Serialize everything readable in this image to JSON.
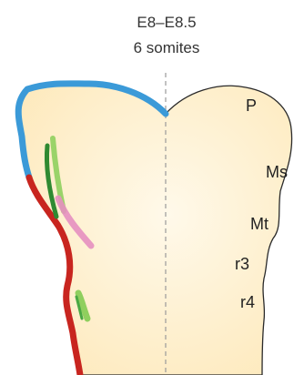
{
  "title": {
    "stage": "E8–E8.5",
    "somites": "6 somites"
  },
  "region_labels": {
    "p": "P",
    "ms": "Ms",
    "mt": "Mt",
    "r3": "r3",
    "r4": "r4"
  },
  "colors": {
    "tissue_fill": "#fdeec4",
    "tissue_glow": "#fff9ea",
    "outline": "#2a2a2a",
    "blue_domain": "#3b9ad8",
    "red_domain": "#c8251f",
    "dark_green_domain": "#2f8a32",
    "light_green_domain": "#8fcf5e",
    "pink_domain": "#e58fc0",
    "midline": "#9a9a9a"
  }
}
